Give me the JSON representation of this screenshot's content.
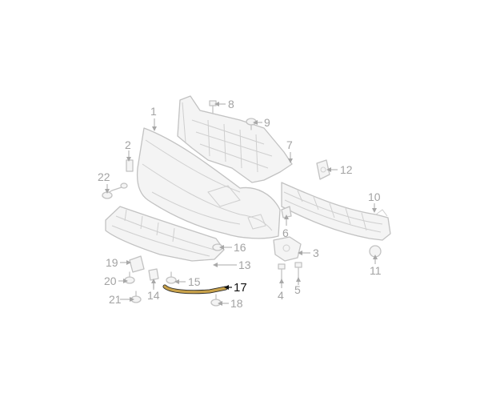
{
  "callouts": {
    "c1": "1",
    "c2": "2",
    "c3": "3",
    "c4": "4",
    "c5": "5",
    "c6": "6",
    "c7": "7",
    "c8": "8",
    "c9": "9",
    "c10": "10",
    "c11": "11",
    "c12": "12",
    "c13": "13",
    "c14": "14",
    "c15": "15",
    "c16": "16",
    "c17": "17",
    "c18": "18",
    "c19": "19",
    "c20": "20",
    "c21": "21",
    "c22": "22"
  },
  "highlighted_part": "17",
  "colors": {
    "linework": "#c2c2c2",
    "label": "#a3a3a3",
    "highlight_label": "#111111",
    "highlight_part": "#c9a24a"
  }
}
